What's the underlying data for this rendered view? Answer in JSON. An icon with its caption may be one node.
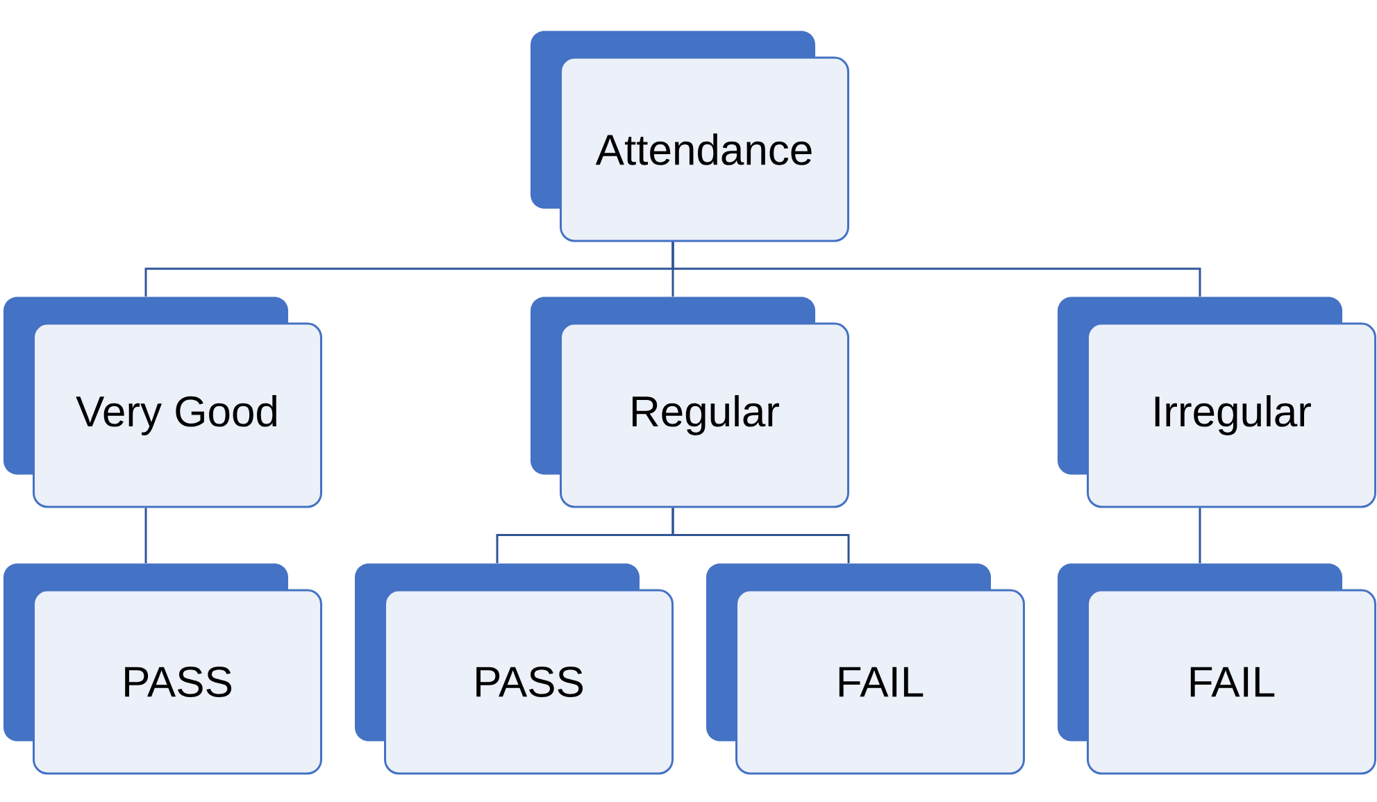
{
  "diagram": {
    "nodes": [
      {
        "text": [
          "Attendance"
        ]
      },
      {
        "text": [
          "Very Good"
        ]
      },
      {
        "text": [
          "Regular"
        ]
      },
      {
        "text": [
          "Irregular"
        ]
      },
      {
        "text": [
          "PASS"
        ]
      },
      {
        "text": [
          "PASS"
        ]
      },
      {
        "text": [
          "FAIL"
        ]
      },
      {
        "text": [
          "FAIL"
        ]
      }
    ],
    "edges": [
      {
        "from": 0,
        "to": 1,
        "arrow": "none"
      },
      {
        "from": 0,
        "to": 2,
        "arrow": "none"
      },
      {
        "from": 0,
        "to": 3,
        "arrow": "none"
      },
      {
        "from": 1,
        "to": 4,
        "arrow": "none"
      },
      {
        "from": 2,
        "to": 5,
        "arrow": "none"
      },
      {
        "from": 2,
        "to": 6,
        "arrow": "none"
      },
      {
        "from": 3,
        "to": 7,
        "arrow": "none"
      }
    ]
  }
}
